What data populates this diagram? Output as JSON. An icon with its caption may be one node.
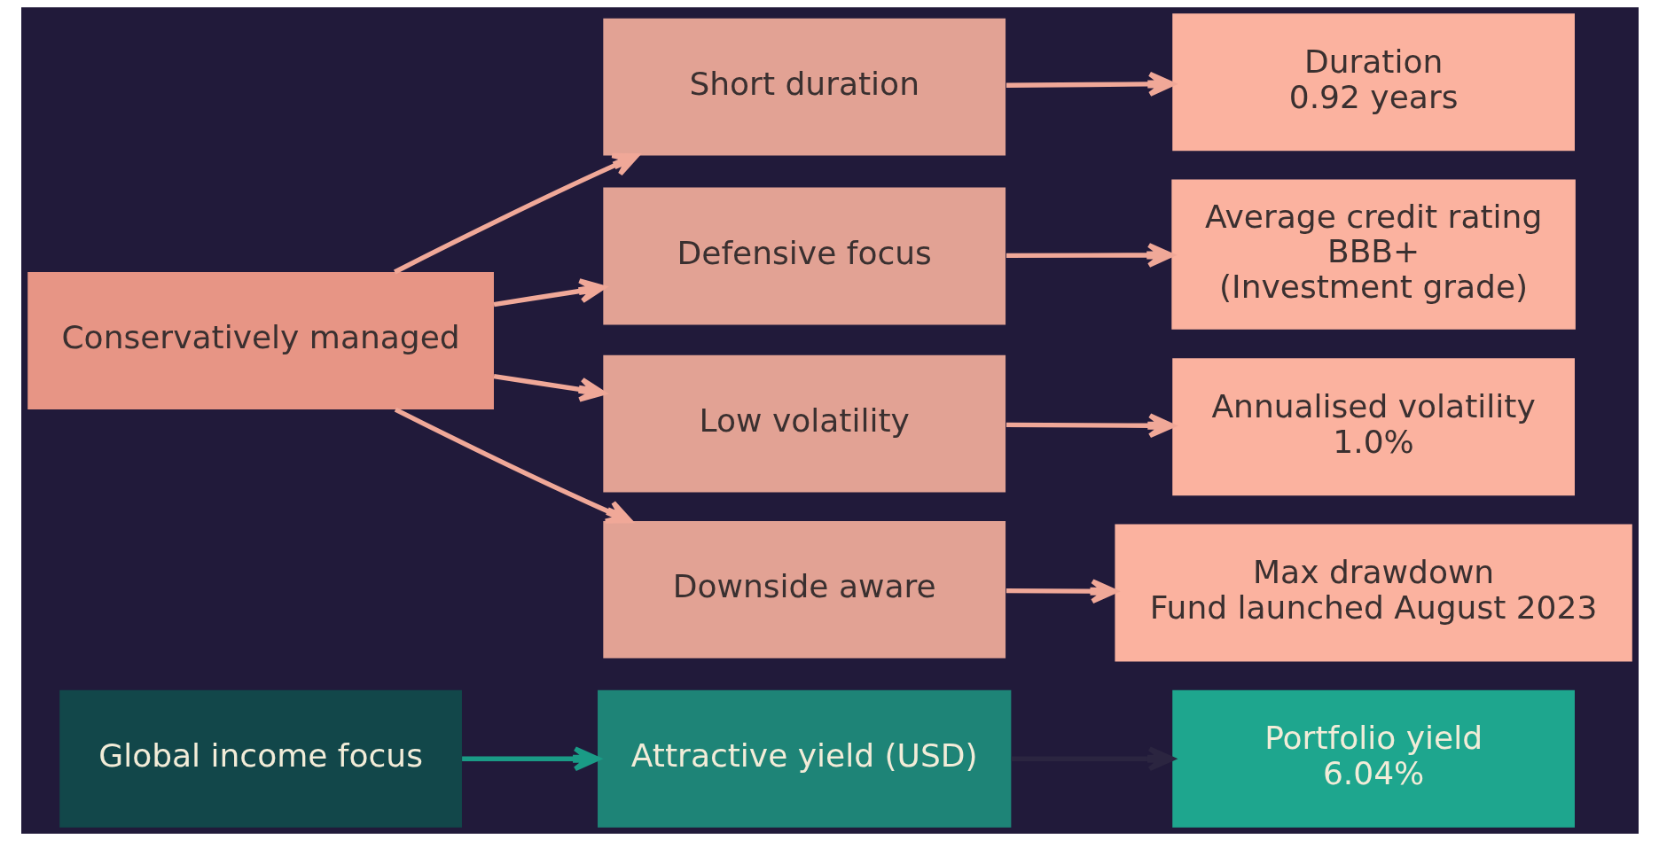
{
  "diagram": {
    "nodes": [
      {
        "text": [
          "Global income focus"
        ]
      },
      {
        "text": [
          "Attractive yield (USD)"
        ]
      },
      {
        "text": [
          "Portfolio yield",
          "6.04%"
        ]
      },
      {
        "text": [
          "Conservatively managed"
        ]
      },
      {
        "text": [
          "Short duration"
        ]
      },
      {
        "text": [
          "Duration",
          "0.92 years"
        ]
      },
      {
        "text": [
          "Defensive focus"
        ]
      },
      {
        "text": [
          "Average credit rating",
          "BBB+",
          "(Investment grade)"
        ]
      },
      {
        "text": [
          "Low volatility"
        ]
      },
      {
        "text": [
          "Annualised volatility",
          "1.0%"
        ]
      },
      {
        "text": [
          "Downside aware"
        ]
      },
      {
        "text": [
          "Max drawdown",
          "Fund launched August 2023"
        ]
      }
    ],
    "edges": [
      {
        "from": 0,
        "to": 1,
        "arrow": "to",
        "color": "#1a9b86"
      },
      {
        "from": 1,
        "to": 2,
        "arrow": "to",
        "color": "#2b2540"
      },
      {
        "from": 3,
        "to": 4,
        "arrow": "to"
      },
      {
        "from": 3,
        "to": 6,
        "arrow": "to"
      },
      {
        "from": 3,
        "to": 8,
        "arrow": "to"
      },
      {
        "from": 3,
        "to": 10,
        "arrow": "to"
      },
      {
        "from": 4,
        "to": 5,
        "arrow": "to"
      },
      {
        "from": 6,
        "to": 7,
        "arrow": "to"
      },
      {
        "from": 8,
        "to": 9,
        "arrow": "to"
      },
      {
        "from": 10,
        "to": 11,
        "arrow": "to"
      }
    ]
  }
}
